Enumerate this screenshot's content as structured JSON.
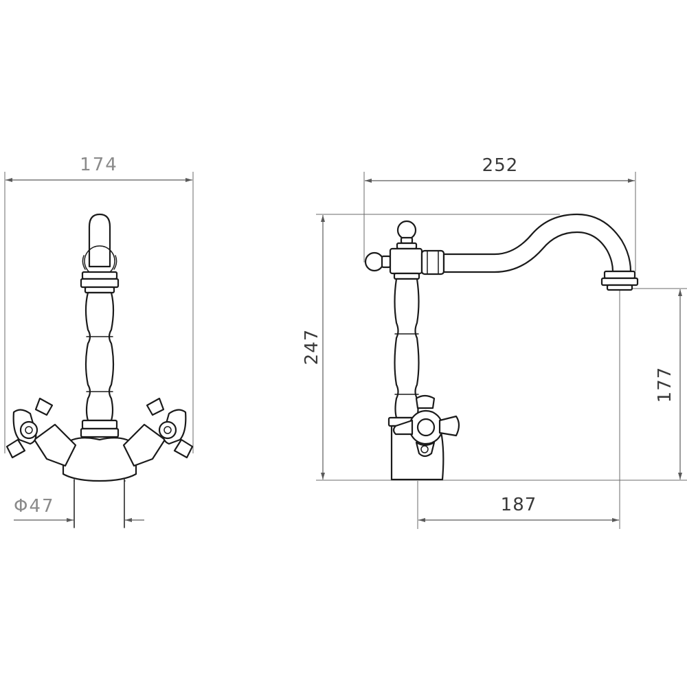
{
  "dimensions": {
    "front_width": "174",
    "base_diameter": "Φ47",
    "spout_reach": "252",
    "total_height": "247",
    "spout_height": "177",
    "spout_projection": "187"
  },
  "colors": {
    "line": "#1a1a1a",
    "dimension": "#5a5a5a",
    "background": "#ffffff"
  }
}
